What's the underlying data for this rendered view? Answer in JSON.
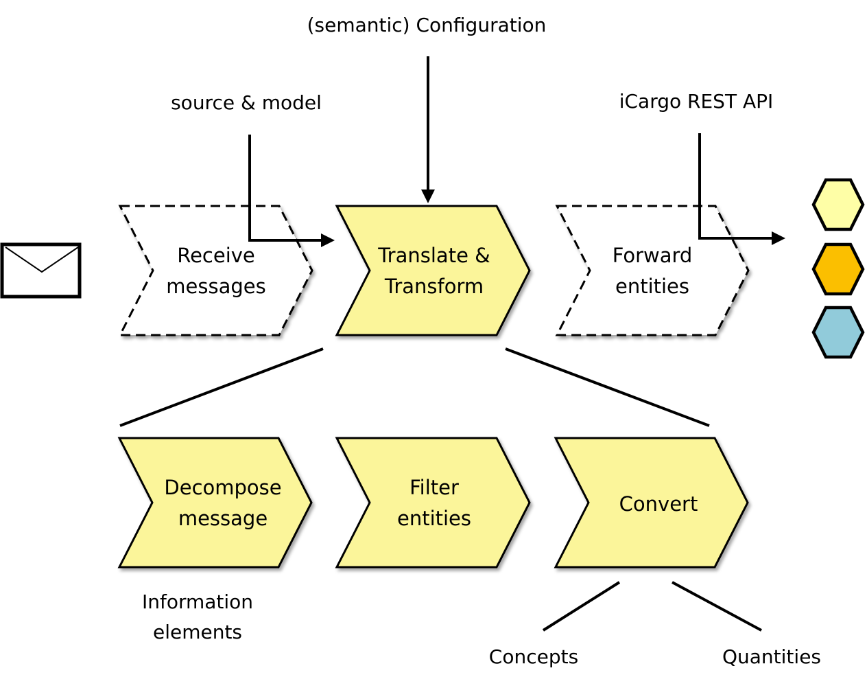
{
  "labels": {
    "config": "(semantic) Configuration",
    "source": "source & model",
    "api": "iCargo REST API",
    "info_line1": "Information",
    "info_line2": "elements",
    "concepts": "Concepts",
    "quantities": "Quantities"
  },
  "steps": {
    "receive": {
      "line1": "Receive",
      "line2": "messages"
    },
    "translate": {
      "line1": "Translate &",
      "line2": "Transform"
    },
    "forward": {
      "line1": "Forward",
      "line2": "entities"
    },
    "decompose": {
      "line1": "Decompose",
      "line2": "message"
    },
    "filter": {
      "line1": "Filter",
      "line2": "entities"
    },
    "convert": {
      "line1": "Convert"
    }
  },
  "colors": {
    "step_fill": "#fbf59a",
    "hex_yellow": "#fefea6",
    "hex_orange": "#fbbf00",
    "hex_blue": "#91cbda",
    "stroke": "#000000"
  },
  "icons": {
    "envelope": "envelope-icon",
    "hexagons": [
      "hexagon-yellow-icon",
      "hexagon-orange-icon",
      "hexagon-blue-icon"
    ]
  }
}
